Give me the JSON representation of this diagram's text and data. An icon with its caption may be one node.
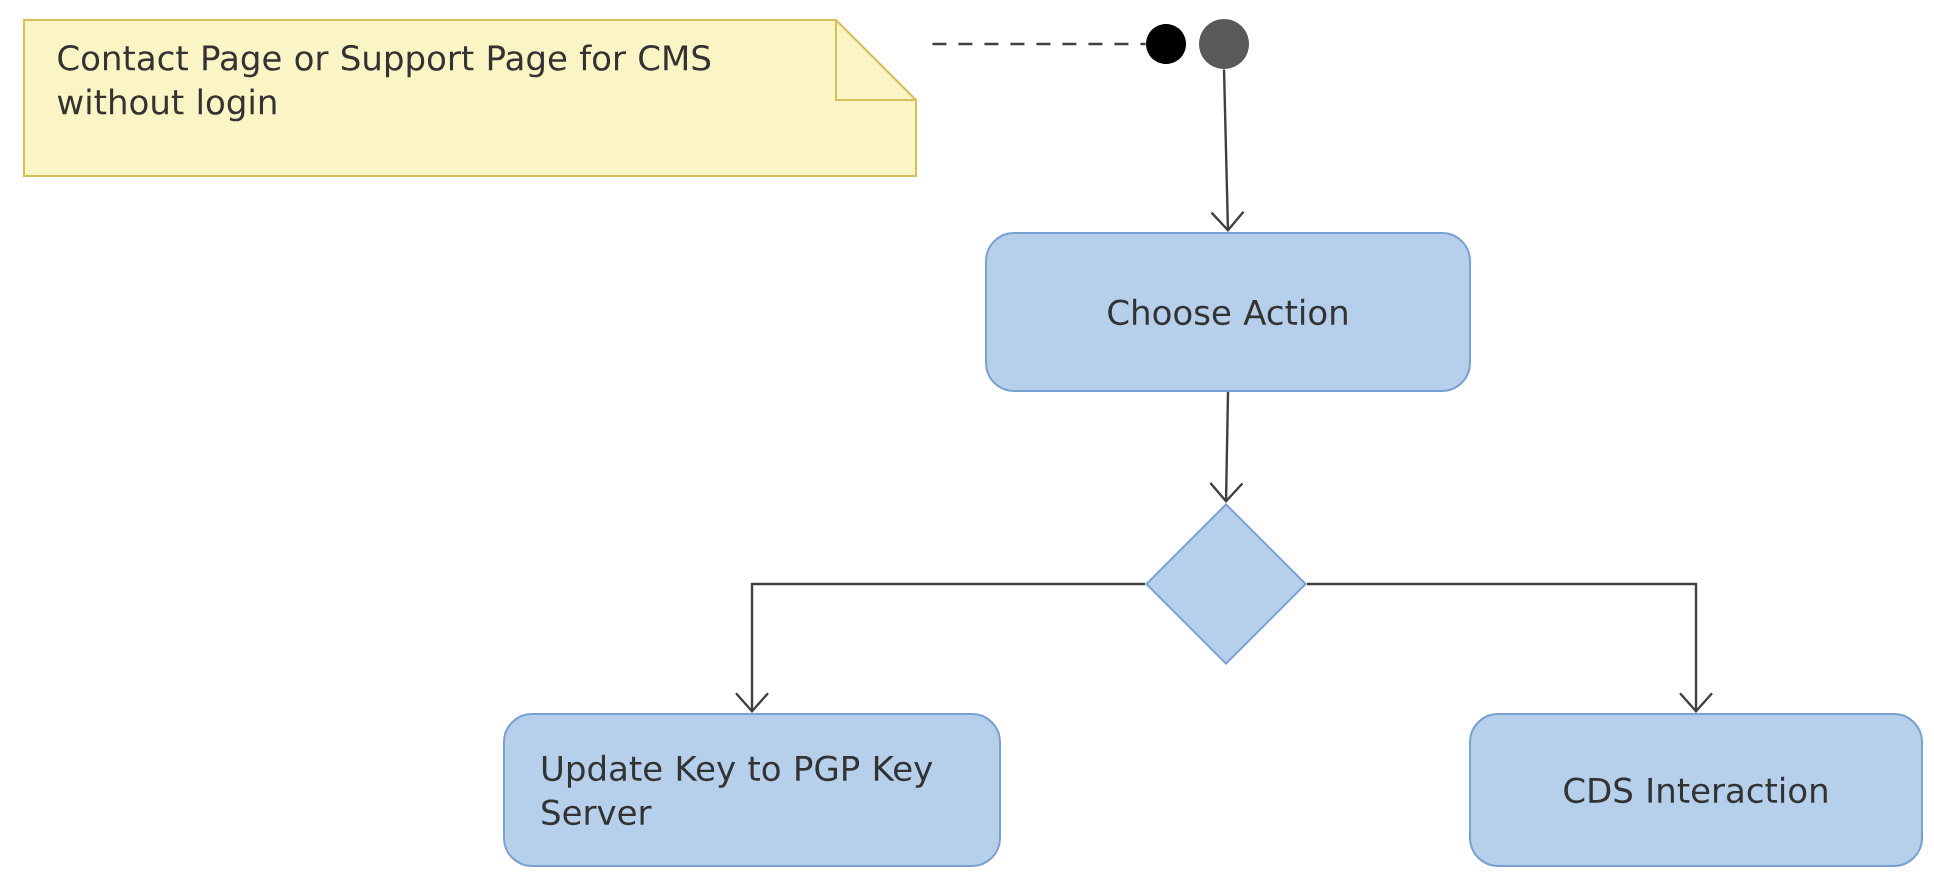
{
  "diagram": {
    "nodes": [
      {
        "text": [
          "Contact Page or Support Page for CMS without login"
        ]
      },
      {
        "text": [],
        "shape": "circle"
      },
      {
        "text": [],
        "shape": "circle"
      },
      {
        "text": [
          "Choose Action"
        ]
      },
      {
        "text": [],
        "shape": "diamond"
      },
      {
        "text": [
          "Update Key to PGP Key Server"
        ]
      },
      {
        "text": [
          "CDS Interaction"
        ]
      }
    ],
    "edges": [
      {
        "from": 0,
        "to": 1,
        "arrow": "none",
        "style": "dashed"
      },
      {
        "from": 2,
        "to": 3,
        "arrow": "to"
      },
      {
        "from": 3,
        "to": 4,
        "arrow": "to"
      },
      {
        "from": 4,
        "to": 5,
        "arrow": "to"
      },
      {
        "from": 4,
        "to": 6,
        "arrow": "to"
      }
    ]
  }
}
